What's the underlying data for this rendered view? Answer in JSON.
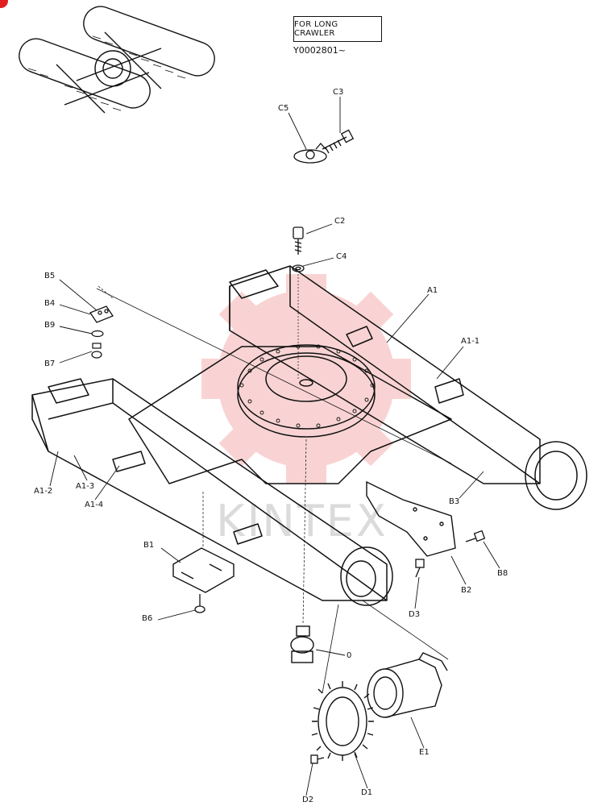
{
  "note": {
    "text": "FOR LONG CRAWLER",
    "serial": "Y0002801~"
  },
  "labels": {
    "C3": "C3",
    "C5": "C5",
    "C2": "C2",
    "C4": "C4",
    "B5": "B5",
    "B4": "B4",
    "B9": "B9",
    "B7": "B7",
    "A1": "A1",
    "A1_1": "A1-1",
    "A1_2": "A1-2",
    "A1_3": "A1-3",
    "A1_4": "A1-4",
    "B3": "B3",
    "B1": "B1",
    "B6": "B6",
    "B8": "B8",
    "B2": "B2",
    "D3": "D3",
    "O": "0",
    "E1": "E1",
    "D1": "D1",
    "D2": "D2"
  },
  "watermark": {
    "text": "KINTEX",
    "color": "#e83a3a"
  }
}
